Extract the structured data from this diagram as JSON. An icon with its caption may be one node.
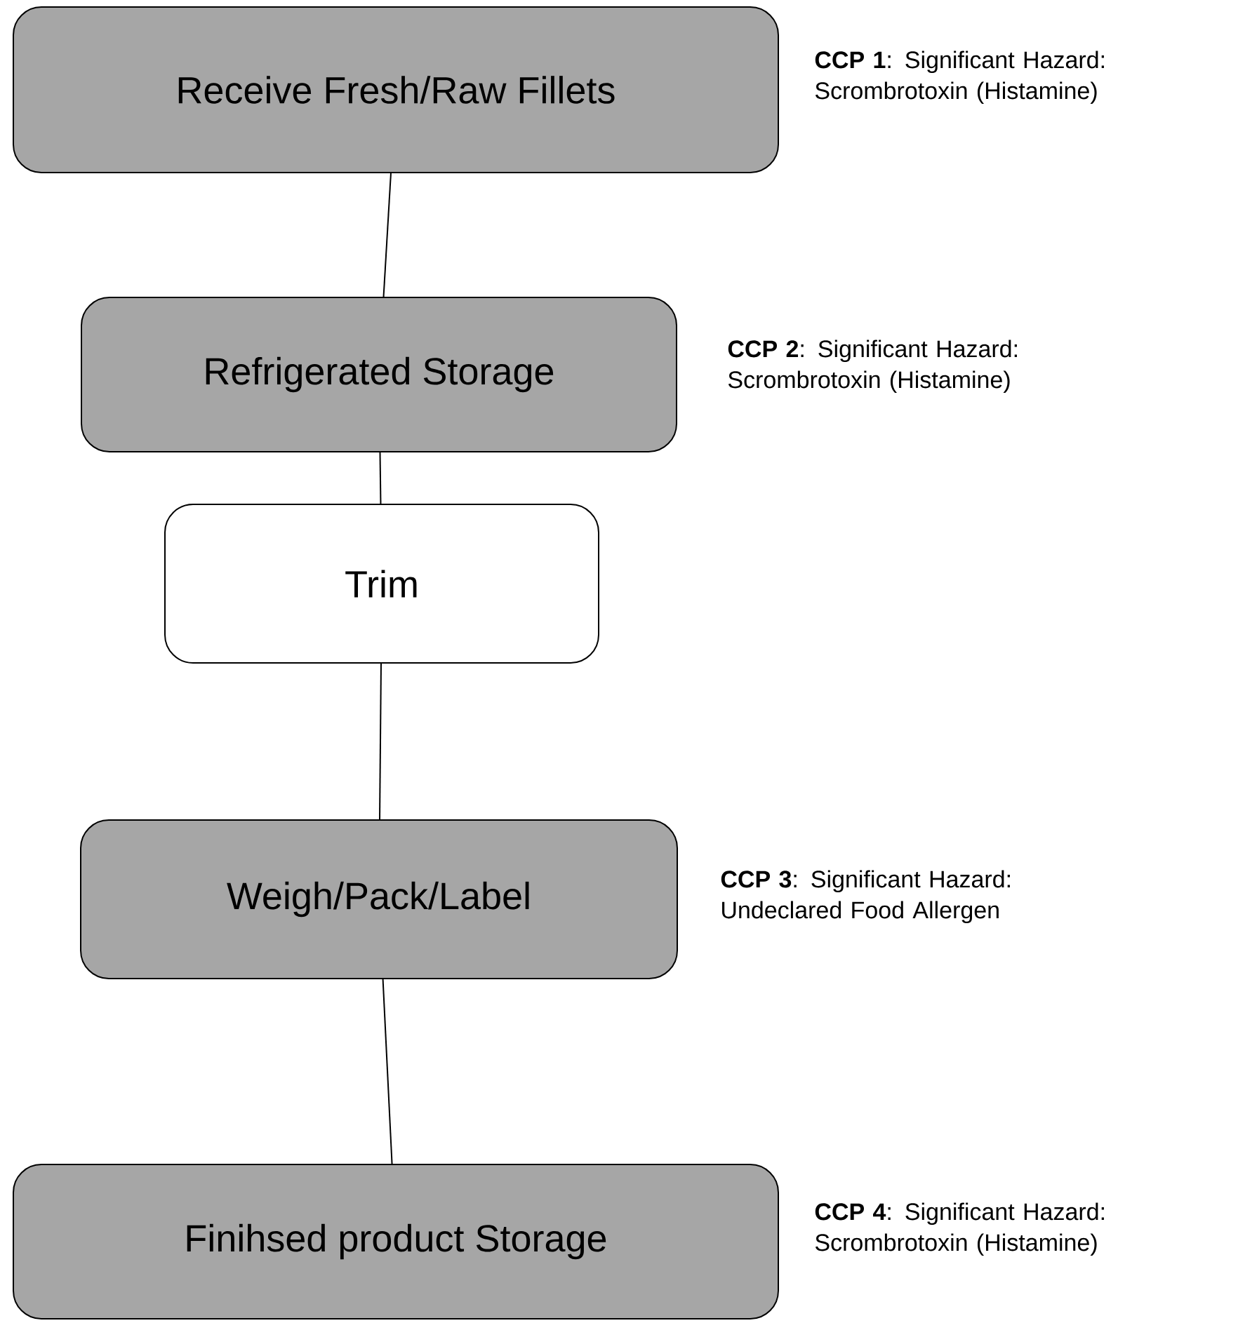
{
  "diagram": {
    "nodes": [
      {
        "text": [
          "Receive Fresh/Raw Fillets"
        ],
        "beside": [
          "**CCP 1**: Significant Hazard: Scrombrotoxin (Histamine)"
        ]
      },
      {
        "text": [
          "Refrigerated Storage"
        ],
        "beside": [
          "**CCP 2**: Significant Hazard: Scrombrotoxin (Histamine)"
        ]
      },
      {
        "text": [
          "Trim"
        ]
      },
      {
        "text": [
          "Weigh/Pack/Label"
        ],
        "beside": [
          "**CCP 3**: Significant Hazard: Undeclared Food Allergen"
        ]
      },
      {
        "text": [
          "Finihsed product Storage"
        ],
        "beside": [
          "**CCP 4**: Significant Hazard: Scrombrotoxin (Histamine)"
        ]
      }
    ],
    "edges": [
      {
        "from": 0,
        "to": 1,
        "arrow": "none"
      },
      {
        "from": 1,
        "to": 2,
        "arrow": "none"
      },
      {
        "from": 2,
        "to": 3,
        "arrow": "none"
      },
      {
        "from": 3,
        "to": 4,
        "arrow": "none"
      }
    ]
  }
}
